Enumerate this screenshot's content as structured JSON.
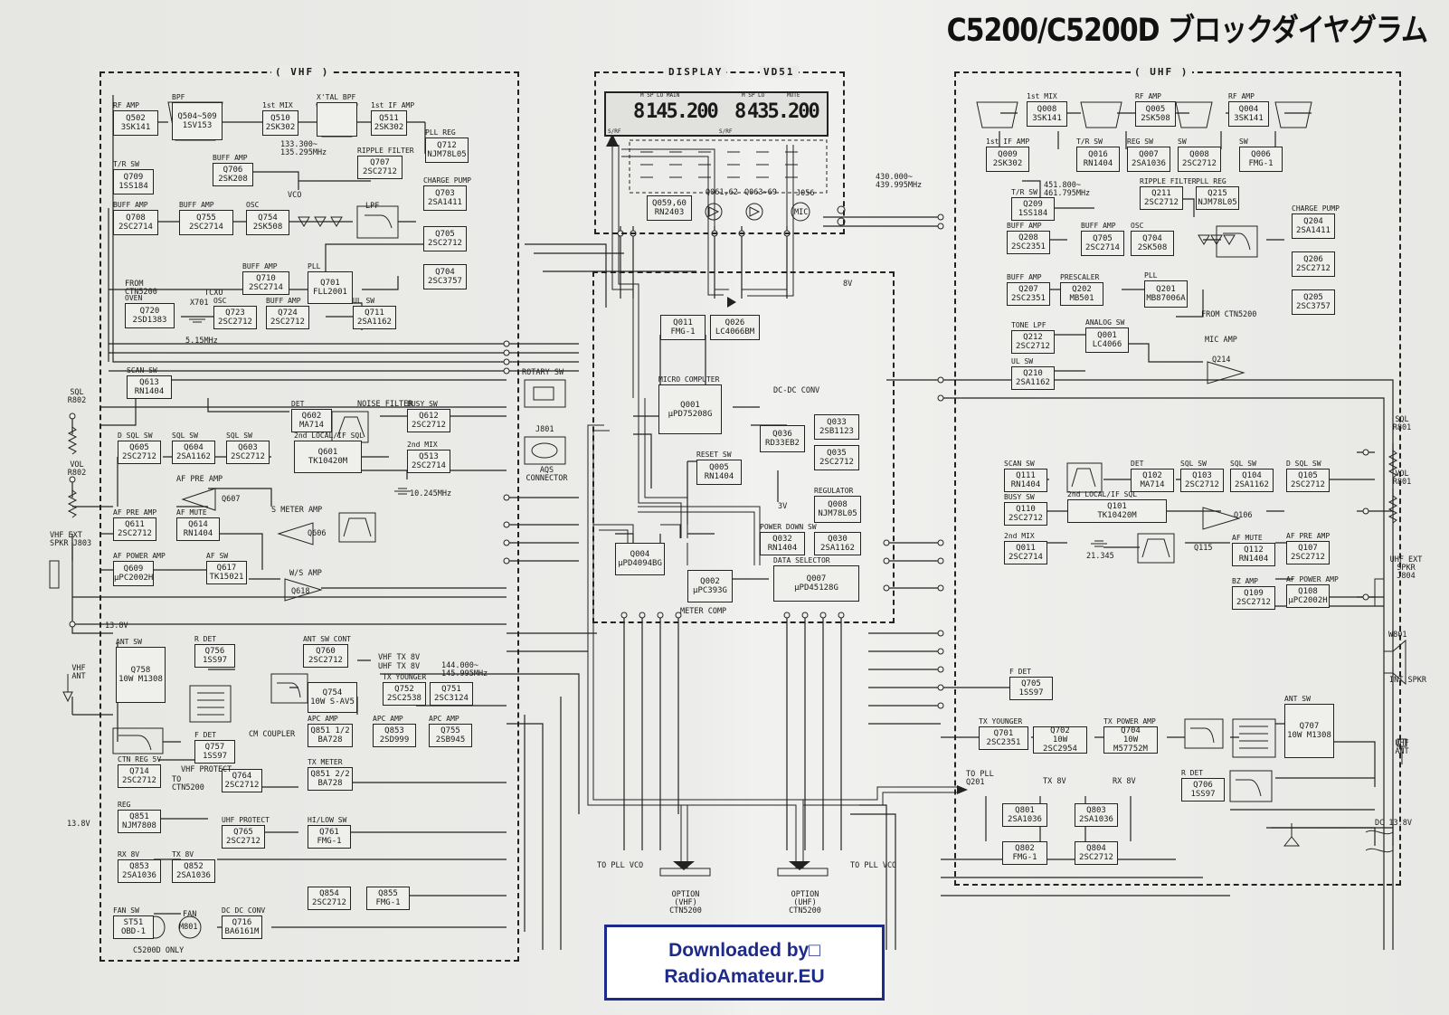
{
  "title": "C5200/C5200D ブロックダイヤグラム",
  "sections": {
    "vhf": "( VHF )",
    "display": "DISPLAY",
    "display_ref": "VD51",
    "uhf": "( UHF )"
  },
  "display": {
    "left_freq": "145.200",
    "left_digit": "8",
    "right_freq": "435.200",
    "right_digit": "8",
    "left_annun": "M SP LO MAIN",
    "right_annun": "M SP LO",
    "right_mute": "MUTE",
    "sm_left": "S/RF",
    "sm_right": "S/RF"
  },
  "vhf_blocks": [
    {
      "cap": "RF AMP",
      "ref": "Q502",
      "part": "3SK141"
    },
    {
      "cap": "BPF",
      "ref": "Q504~509",
      "part": "1SV153"
    },
    {
      "cap": "1st MIX",
      "ref": "Q510",
      "part": "2SK302"
    },
    {
      "cap": "X'TAL BPF",
      "ref": "",
      "part": ""
    },
    {
      "cap": "1st IF AMP",
      "ref": "Q511",
      "part": "2SK302"
    },
    {
      "cap": "PLL REG",
      "ref": "Q712",
      "part": "NJM78L05"
    },
    {
      "cap": "RIPPLE FILTER",
      "ref": "Q707",
      "part": "2SC2712"
    },
    {
      "cap": "T/R SW",
      "ref": "Q709",
      "part": "1SS184"
    },
    {
      "cap": "BUFF AMP",
      "ref": "Q706",
      "part": "2SK208"
    },
    {
      "cap": "CHARGE PUMP",
      "ref": "Q703",
      "part": "2SA1411"
    },
    {
      "cap": "BUFF AMP",
      "ref": "Q708",
      "part": "2SC2714"
    },
    {
      "cap": "BUFF AMP",
      "ref": "Q755",
      "part": "2SC2714"
    },
    {
      "cap": "OSC",
      "ref": "Q754",
      "part": "2SK508"
    },
    {
      "cap": "",
      "ref": "Q705",
      "part": "2SC2712"
    },
    {
      "cap": "",
      "ref": "Q704",
      "part": "2SC3757"
    },
    {
      "cap": "BUFF AMP",
      "ref": "Q710",
      "part": "2SC2714"
    },
    {
      "cap": "PLL",
      "ref": "Q701",
      "part": "FLL2001"
    },
    {
      "cap": "OVEN",
      "ref": "Q720",
      "part": "2SD1383"
    },
    {
      "cap": "OSC",
      "ref": "Q723",
      "part": "2SC2712"
    },
    {
      "cap": "BUFF AMP",
      "ref": "Q724",
      "part": "2SC2712"
    },
    {
      "cap": "UL SW",
      "ref": "Q711",
      "part": "2SA1162"
    },
    {
      "cap": "SCAN SW",
      "ref": "Q613",
      "part": "RN1404"
    },
    {
      "cap": "DET",
      "ref": "Q602",
      "part": "MA714"
    },
    {
      "cap": "BUSY SW",
      "ref": "Q612",
      "part": "2SC2712"
    },
    {
      "cap": "D SQL SW",
      "ref": "Q605",
      "part": "2SC2712"
    },
    {
      "cap": "SQL SW",
      "ref": "Q604",
      "part": "2SA1162"
    },
    {
      "cap": "SQL SW",
      "ref": "Q603",
      "part": "2SC2712"
    },
    {
      "cap": "2nd LOCAL/IF SQL",
      "ref": "Q601",
      "part": "TK10420M"
    },
    {
      "cap": "2nd MIX",
      "ref": "Q513",
      "part": "2SC2714"
    },
    {
      "cap": "AF PRE AMP",
      "ref": "Q611",
      "part": "2SC2712"
    },
    {
      "cap": "AF MUTE",
      "ref": "Q614",
      "part": "RN1404"
    },
    {
      "cap": "AF POWER AMP",
      "ref": "Q609",
      "part": "μPC2002H"
    },
    {
      "cap": "AF SW",
      "ref": "Q617",
      "part": "TK15021"
    },
    {
      "cap": "ANT SW",
      "ref": "Q758",
      "part": "10W M1308"
    },
    {
      "cap": "R DET",
      "ref": "Q756",
      "part": "1SS97"
    },
    {
      "cap": "ANT SW CONT",
      "ref": "Q760",
      "part": "2SC2712"
    },
    {
      "cap": "",
      "ref": "Q754",
      "part": "10W S-AV5"
    },
    {
      "cap": "TX YOUNGER",
      "ref": "Q752",
      "part": "2SC2538"
    },
    {
      "cap": "",
      "ref": "Q751",
      "part": "2SC3124"
    },
    {
      "cap": "F DET",
      "ref": "Q757",
      "part": "1SS97"
    },
    {
      "cap": "APC AMP",
      "ref": "Q851 1/2",
      "part": "BA728"
    },
    {
      "cap": "APC AMP",
      "ref": "Q853",
      "part": "2SD999"
    },
    {
      "cap": "APC AMP",
      "ref": "Q755",
      "part": "2SB945"
    },
    {
      "cap": "CTN REG 5V",
      "ref": "Q714",
      "part": "2SC2712"
    },
    {
      "cap": "",
      "ref": "Q764",
      "part": "2SC2712"
    },
    {
      "cap": "TX METER",
      "ref": "Q851 2/2",
      "part": "BA728"
    },
    {
      "cap": "REG",
      "ref": "Q851",
      "part": "NJM7808"
    },
    {
      "cap": "UHF PROTECT",
      "ref": "Q765",
      "part": "2SC2712"
    },
    {
      "cap": "HI/LOW SW",
      "ref": "Q761",
      "part": "FMG-1"
    },
    {
      "cap": "RX 8V",
      "ref": "Q853",
      "part": "2SA1036"
    },
    {
      "cap": "TX 8V",
      "ref": "Q852",
      "part": "2SA1036"
    },
    {
      "cap": "",
      "ref": "Q854",
      "part": "2SC2712"
    },
    {
      "cap": "",
      "ref": "Q855",
      "part": "FMG-1"
    },
    {
      "cap": "FAN SW",
      "ref": "ST51",
      "part": "OBD-1"
    },
    {
      "cap": "DC DC CONV",
      "ref": "Q716",
      "part": "BA6161M"
    }
  ],
  "center_blocks": [
    {
      "cap": "",
      "ref": "Q059,60",
      "part": "RN2403"
    },
    {
      "cap": "",
      "ref": "Q011",
      "part": "FMG-1"
    },
    {
      "cap": "",
      "ref": "Q026",
      "part": "LC4066BM"
    },
    {
      "cap": "MICRO COMPUTER",
      "ref": "Q001",
      "part": "μPD75208G"
    },
    {
      "cap": "",
      "ref": "Q036",
      "part": "RD33EB2"
    },
    {
      "cap": "",
      "ref": "Q033",
      "part": "2SB1123"
    },
    {
      "cap": "",
      "ref": "Q035",
      "part": "2SC2712"
    },
    {
      "cap": "RESET SW",
      "ref": "Q005",
      "part": "RN1404"
    },
    {
      "cap": "REGULATOR",
      "ref": "Q008",
      "part": "NJM78L05"
    },
    {
      "cap": "POWER DOWN SW",
      "ref": "Q032",
      "part": "RN1404"
    },
    {
      "cap": "",
      "ref": "Q030",
      "part": "2SA1162"
    },
    {
      "cap": "",
      "ref": "Q004",
      "part": "μPD4094BG"
    },
    {
      "cap": "",
      "ref": "Q002",
      "part": "μPC393G"
    },
    {
      "cap": "DATA SELECTOR",
      "ref": "Q007",
      "part": "μPD45128G"
    }
  ],
  "uhf_blocks": [
    {
      "cap": "1st MIX",
      "ref": "Q008",
      "part": "3SK141"
    },
    {
      "cap": "RF AMP",
      "ref": "Q005",
      "part": "2SK508"
    },
    {
      "cap": "RF AMP",
      "ref": "Q004",
      "part": "3SK141"
    },
    {
      "cap": "1st IF AMP",
      "ref": "Q009",
      "part": "2SK302"
    },
    {
      "cap": "T/R SW",
      "ref": "Q016",
      "part": "RN1404"
    },
    {
      "cap": "REG SW",
      "ref": "Q007",
      "part": "2SA1036"
    },
    {
      "cap": "SW",
      "ref": "Q008",
      "part": "2SC2712"
    },
    {
      "cap": "SW",
      "ref": "Q006",
      "part": "FMG-1"
    },
    {
      "cap": "RIPPLE FILTER",
      "ref": "Q211",
      "part": "2SC2712"
    },
    {
      "cap": "PLL REG",
      "ref": "Q215",
      "part": "NJM78L05"
    },
    {
      "cap": "T/R SW",
      "ref": "Q209",
      "part": "1SS184"
    },
    {
      "cap": "BUFF AMP",
      "ref": "Q208",
      "part": "2SC2351"
    },
    {
      "cap": "BUFF AMP",
      "ref": "Q705",
      "part": "2SC2714"
    },
    {
      "cap": "OSC",
      "ref": "Q704",
      "part": "2SK508"
    },
    {
      "cap": "CHARGE PUMP",
      "ref": "Q204",
      "part": "2SA1411"
    },
    {
      "cap": "",
      "ref": "Q206",
      "part": "2SC2712"
    },
    {
      "cap": "",
      "ref": "Q205",
      "part": "2SC3757"
    },
    {
      "cap": "BUFF AMP",
      "ref": "Q207",
      "part": "2SC2351"
    },
    {
      "cap": "PRESCALER",
      "ref": "Q202",
      "part": "MB501"
    },
    {
      "cap": "PLL",
      "ref": "Q201",
      "part": "MB87006A"
    },
    {
      "cap": "TONE LPF",
      "ref": "Q212",
      "part": "2SC2712"
    },
    {
      "cap": "ANALOG SW",
      "ref": "Q001",
      "part": "LC4066"
    },
    {
      "cap": "UL SW",
      "ref": "Q210",
      "part": "2SA1162"
    },
    {
      "cap": "SCAN SW",
      "ref": "Q111",
      "part": "RN1404"
    },
    {
      "cap": "DET",
      "ref": "Q102",
      "part": "MA714"
    },
    {
      "cap": "SQL SW",
      "ref": "Q103",
      "part": "2SC2712"
    },
    {
      "cap": "SQL SW",
      "ref": "Q104",
      "part": "2SA1162"
    },
    {
      "cap": "D SQL SW",
      "ref": "Q105",
      "part": "2SC2712"
    },
    {
      "cap": "BUSY SW",
      "ref": "Q110",
      "part": "2SC2712"
    },
    {
      "cap": "2nd LOCAL/IF SQL",
      "ref": "Q101",
      "part": "TK10420M"
    },
    {
      "cap": "2nd MIX",
      "ref": "Q011",
      "part": "2SC2714"
    },
    {
      "cap": "AF MUTE",
      "ref": "Q112",
      "part": "RN1404"
    },
    {
      "cap": "AF PRE AMP",
      "ref": "Q107",
      "part": "2SC2712"
    },
    {
      "cap": "BZ AMP",
      "ref": "Q109",
      "part": "2SC2712"
    },
    {
      "cap": "AF POWER AMP",
      "ref": "Q108",
      "part": "μPC2002H"
    },
    {
      "cap": "F DET",
      "ref": "Q705",
      "part": "1SS97"
    },
    {
      "cap": "TX YOUNGER",
      "ref": "Q701",
      "part": "2SC2351"
    },
    {
      "cap": "",
      "ref": "Q702",
      "part": "10W 2SC2954"
    },
    {
      "cap": "TX POWER AMP",
      "ref": "Q704",
      "part": "10W M57752M"
    },
    {
      "cap": "ANT SW",
      "ref": "Q707",
      "part": "10W M1308"
    },
    {
      "cap": "R DET",
      "ref": "Q706",
      "part": "1SS97"
    },
    {
      "cap": "",
      "ref": "Q801",
      "part": "2SA1036"
    },
    {
      "cap": "",
      "ref": "Q803",
      "part": "2SA1036"
    },
    {
      "cap": "",
      "ref": "Q802",
      "part": "FMG-1"
    },
    {
      "cap": "",
      "ref": "Q804",
      "part": "2SC2712"
    }
  ],
  "labels": {
    "vhf_freq": "133.300~ 135.295MHz",
    "uhf_freq1": "430.000~ 439.995MHz",
    "uhf_freq2": "451.800~ 461.795MHz",
    "vhf_tx_freq": "144.000~ 145.995MHz",
    "tcxo": "TCXO",
    "x701": "X701",
    "xtal_freq": "5.15MHz",
    "if_xtal": "10.245MHz",
    "uhf_if_xtal": "21.345",
    "from_ctn": "FROM CTN5200",
    "from_ctn_uhf": "FROM CTN5200",
    "sql_vhf": "SQL R802",
    "vol_vhf": "VOL R802",
    "ext_spkr_vhf": "VHF EXT SPKR J803",
    "vhf_ant": "VHF ANT",
    "sql_uhf": "SQL R801",
    "vol_uhf": "VOL R801",
    "ext_spkr_uhf": "UHF EXT SPKR J804",
    "int_spkr": "INT SPKR",
    "w801": "W801",
    "uhf_ant": "UHF ANT",
    "dc": "DC 13.8V",
    "v138": "13.8V",
    "v138b": "13.8V",
    "v8": "8V",
    "v3": "3V",
    "rotary": "ROTARY SW",
    "j801": "J801",
    "aqs": "AQS CONNECTOR",
    "mic": "MIC",
    "j056": "J056",
    "q061": "Q061,62",
    "q063": "Q063~69",
    "vhf_tx8v": "VHF TX 8V",
    "uhf_tx8v": "UHF TX 8V",
    "meter_comp": "METER COMP",
    "option_vhf": "OPTION (VHF) CTN5200",
    "option_uhf": "OPTION (UHF) CTN5200",
    "to_pll_vco_l": "TO PLL VCO",
    "to_pll_vco_r": "TO PLL VCO",
    "to_pll_q201": "TO PLL Q201",
    "c5200_only": "C5200D ONLY",
    "fan": "FAN",
    "m801": "M801",
    "s_meter": "S METER AMP",
    "q606": "Q606",
    "q607": "Q607",
    "af_pre": "AF PRE AMP",
    "ws_amp": "W/S AMP",
    "q618": "Q618",
    "noise_filter": "NOISE FILTER",
    "vco": "VCO",
    "lpf": "LPF",
    "cm_coupler": "CM COUPLER",
    "vhf_protect": "VHF PROTECT",
    "to_ctn": "TO CTN5200",
    "dc_dc_conv": "DC-DC CONV",
    "mic_amp": "MIC AMP",
    "q214": "Q214",
    "q106": "Q106",
    "q115": "Q115",
    "rx8v": "RX 8V",
    "tx8v": "TX 8V"
  },
  "watermark": {
    "line1": "Downloaded by□",
    "line2": "RadioAmateur.EU"
  },
  "colors": {
    "ink": "#1a1a1a",
    "paper": "#e9e9e6",
    "watermark": "#1d2a8a"
  }
}
